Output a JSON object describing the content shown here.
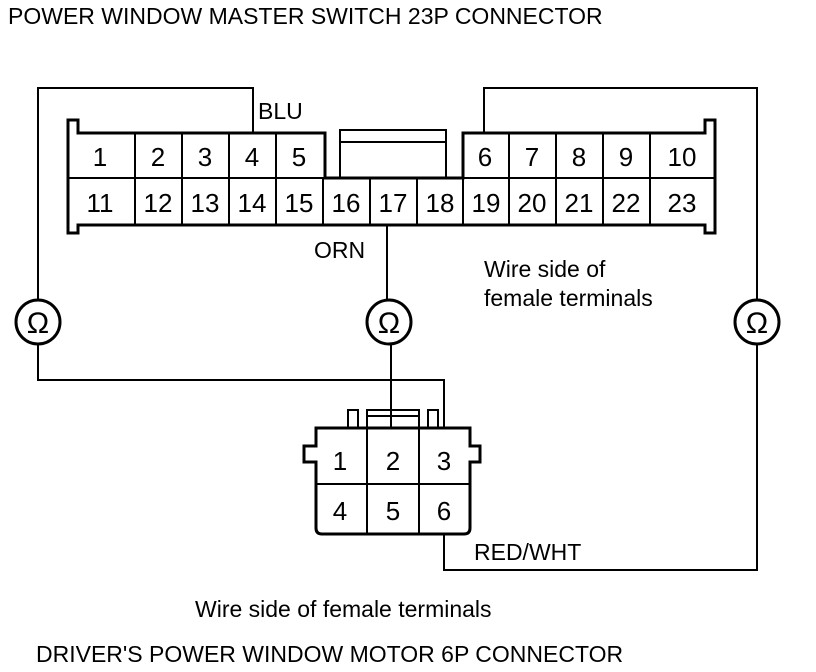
{
  "titles": {
    "top": "POWER WINDOW MASTER SWITCH 23P CONNECTOR",
    "bottom": "DRIVER'S POWER WINDOW MOTOR 6P CONNECTOR"
  },
  "master_connector": {
    "top_row": [
      "1",
      "2",
      "3",
      "4",
      "5",
      "6",
      "7",
      "8",
      "9",
      "10"
    ],
    "bottom_row": [
      "11",
      "12",
      "13",
      "14",
      "15",
      "16",
      "17",
      "18",
      "19",
      "20",
      "21",
      "22",
      "23"
    ],
    "caption_line1": "Wire side of",
    "caption_line2": "female terminals"
  },
  "motor_connector": {
    "top_row": [
      "1",
      "2",
      "3"
    ],
    "bottom_row": [
      "4",
      "5",
      "6"
    ],
    "caption": "Wire side of female terminals"
  },
  "wire_labels": {
    "blu": "BLU",
    "orn": "ORN",
    "red_wht": "RED/WHT"
  },
  "meter_symbol": "Ω"
}
